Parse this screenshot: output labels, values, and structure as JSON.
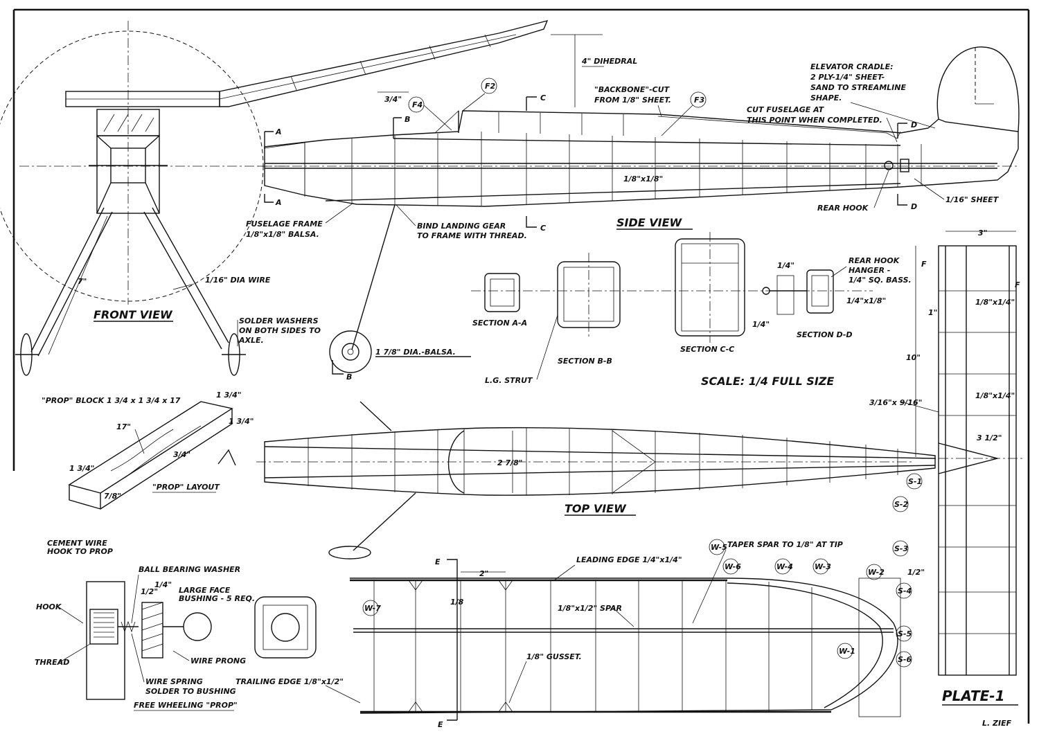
{
  "labels": {
    "dihedral": "4\" DIHEDRAL",
    "dihedral_3_4": "3/4\"",
    "f2": "F2",
    "f4": "F4",
    "f3": "F3",
    "section_a": "A",
    "section_b": "B",
    "section_c": "C",
    "section_d": "D",
    "backbone_1": "\"BACKBONE\"-CUT",
    "backbone_2": "FROM 1/8\" SHEET.",
    "elevator_1": "ELEVATOR CRADLE:",
    "elevator_2": "2 PLY-1/4\" SHEET-",
    "elevator_3": "SAND TO STREAMLINE",
    "elevator_4": "SHAPE.",
    "cut_fuse_1": "CUT FUSELAGE AT",
    "cut_fuse_2": "THIS POINT WHEN COMPLETED.",
    "longeron": "1/8\"x1/8\"",
    "fuse_frame_1": "FUSELAGE FRAME",
    "fuse_frame_2": "1/8\"x1/8\" BALSA.",
    "bind_gear_1": "BIND LANDING GEAR",
    "bind_gear_2": "TO FRAME WITH THREAD.",
    "side_view": "SIDE VIEW",
    "rear_hook": "REAR HOOK",
    "sheet_1_16": "1/16\" SHEET",
    "front_view": "FRONT VIEW",
    "dia_wire": "1/16\" DIA WIRE",
    "solder_1": "SOLDER WASHERS",
    "solder_2": "ON BOTH SIDES TO",
    "solder_3": "AXLE.",
    "wheel_dia": "1 7/8\" DIA.-BALSA.",
    "gear_len": "7\"",
    "section_aa": "SECTION A-A",
    "section_bb": "SECTION B-B",
    "section_cc": "SECTION C-C",
    "section_dd": "SECTION D-D",
    "lg_strut": "L.G. STRUT",
    "hanger_1": "REAR HOOK",
    "hanger_2": "HANGER -",
    "hanger_3": "1/4\" SQ. BASS.",
    "hanger_dim": "1/4\"x1/8\"",
    "dim_quarter": "1/4\"",
    "scale": "SCALE: 1/4 FULL SIZE",
    "prop_block": "\"PROP\" BLOCK 1 3/4 x 1 3/4 x 17",
    "prop_layout": "\"PROP\" LAYOUT",
    "prop_17": "17\"",
    "prop_13_4": "1 3/4\"",
    "prop_7_8": "7/8\"",
    "prop_3_4": "3/4\"",
    "top_view": "TOP VIEW",
    "width_dim": "2 7/8\"",
    "stab_3": "3\"",
    "stab_10": "10\"",
    "stab_1": "1\"",
    "stab_spar": "1/8\"x1/4\"",
    "stab_3_16": "3/16\"x 9/16\"",
    "stab_3_1_2": "3 1/2\"",
    "stab_f": "F",
    "s1": "S-1",
    "s2": "S-2",
    "s3": "S-3",
    "s4": "S-4",
    "s5": "S-5",
    "s6": "S-6",
    "cement_1": "CEMENT WIRE",
    "cement_2": "HOOK TO PROP",
    "ball_washer": "BALL BEARING WASHER",
    "bushing_1": "LARGE FACE",
    "bushing_2": "BUSHING - 5 REQ.",
    "hook": "HOOK",
    "thread": "THREAD",
    "wire_prong": "WIRE PRONG",
    "spring_1": "WIRE SPRING",
    "spring_2": "SOLDER TO BUSHING",
    "free_wheel": "FREE WHEELING \"PROP\"",
    "bush_half": "1/2\"",
    "bush_quarter": "1/4\"",
    "section_e": "E",
    "wing_2": "2\"",
    "wing_le": "LEADING EDGE 1/4\"x1/4\"",
    "wing_taper": "TAPER SPAR TO 1/8\" AT TIP",
    "wing_half": "1/2\"",
    "wing_spar": "1/8\"x1/2\" SPAR",
    "wing_gusset": "1/8\" GUSSET.",
    "wing_te": "TRAILING EDGE 1/8\"x1/2\"",
    "w1": "W-1",
    "w2": "W-2",
    "w3": "W-3",
    "w4": "W-4",
    "w5": "W-5",
    "w6": "W-6",
    "w7": "W-7",
    "w_dim": "1/8",
    "plate": "PLATE-1",
    "signature": "L. ZIEF"
  }
}
